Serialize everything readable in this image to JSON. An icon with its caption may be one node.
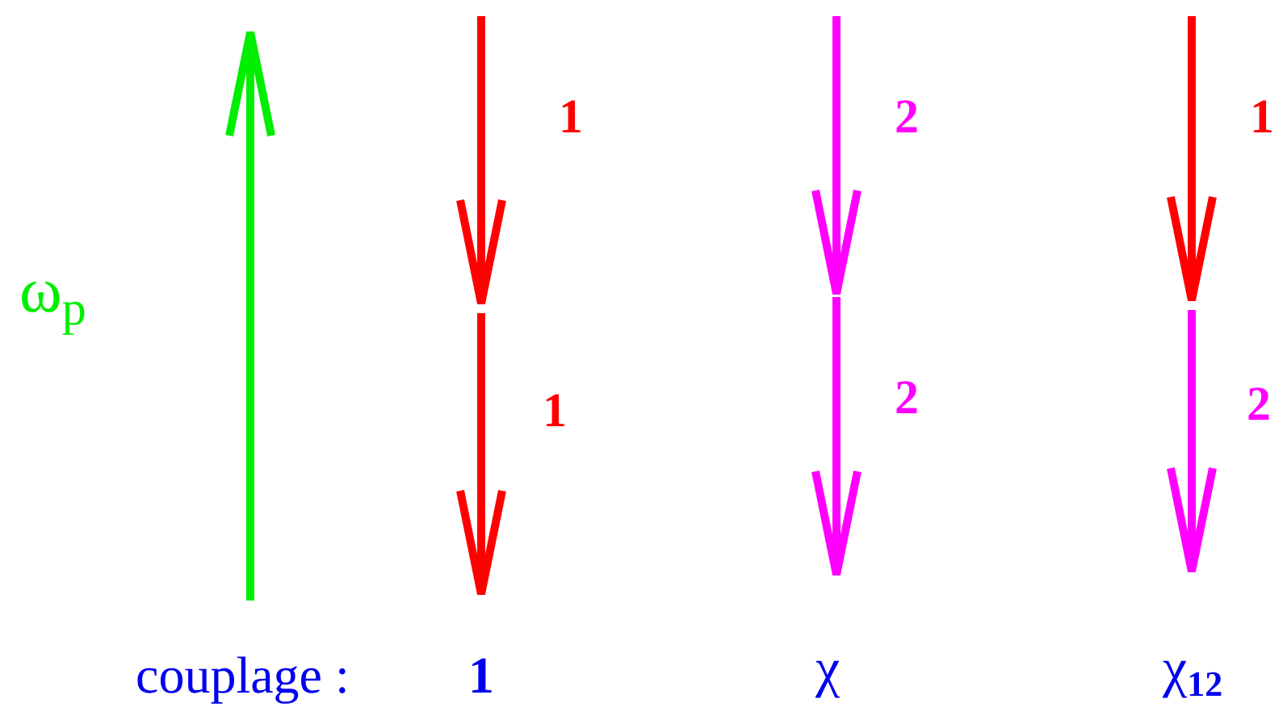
{
  "diagram": {
    "labels": [
      "1",
      "2",
      "1",
      "ω$_{p}$",
      "1",
      "2",
      "2",
      "couplage :",
      "1",
      "χ",
      "χ$_{12}$"
    ]
  }
}
